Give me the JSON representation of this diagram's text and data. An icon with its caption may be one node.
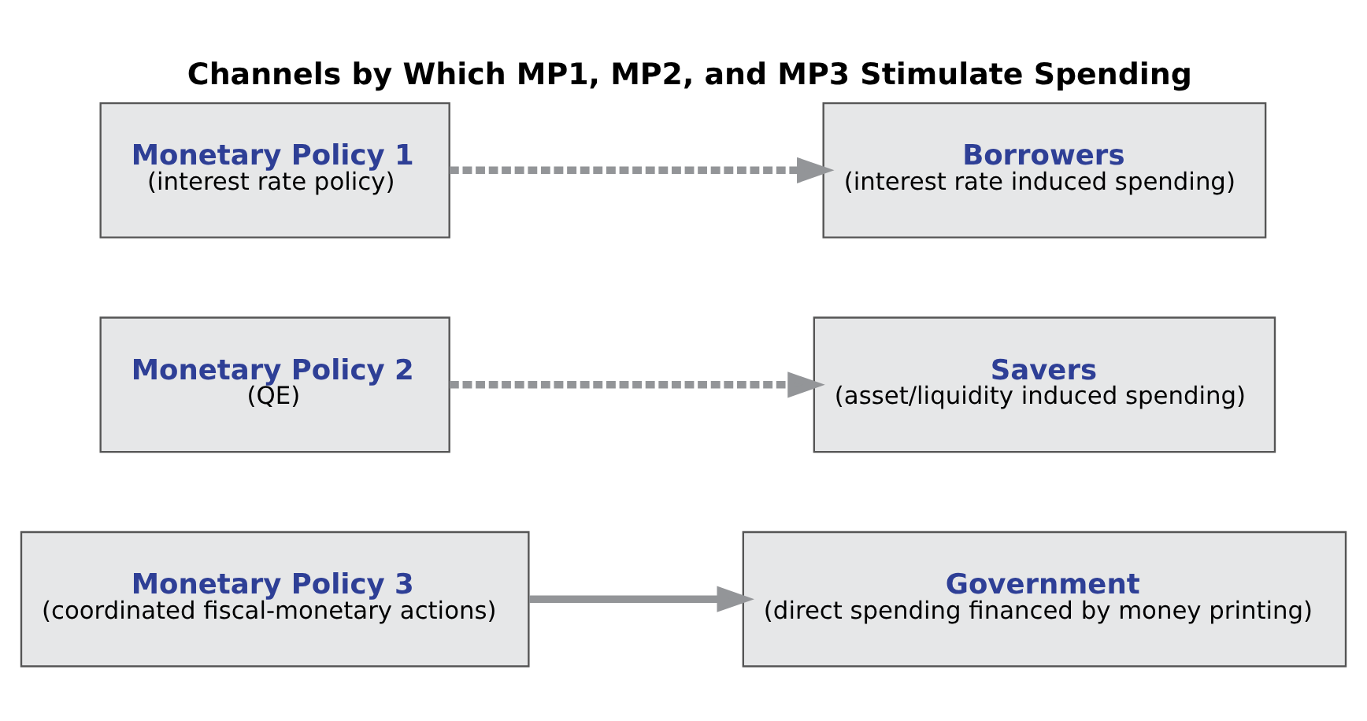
{
  "diagram": {
    "title": "Channels by Which MP1, MP2, and MP3 Stimulate Spending",
    "nodes": [
      {
        "text": [
          "Monetary Policy 1",
          "(interest rate policy)"
        ]
      },
      {
        "text": [
          "Borrowers",
          "(interest rate induced spending)"
        ]
      },
      {
        "text": [
          "Monetary Policy 2",
          "(QE)"
        ]
      },
      {
        "text": [
          "Savers",
          "(asset/liquidity induced spending)"
        ]
      },
      {
        "text": [
          "Monetary Policy 3",
          "(coordinated fiscal-monetary actions)"
        ]
      },
      {
        "text": [
          "Government",
          "(direct spending financed by money printing)"
        ]
      }
    ],
    "edges": [
      {
        "from": 0,
        "to": 1,
        "arrow": "to",
        "style": "dashed"
      },
      {
        "from": 2,
        "to": 3,
        "arrow": "to",
        "style": "dashed"
      },
      {
        "from": 4,
        "to": 5,
        "arrow": "to"
      }
    ]
  }
}
